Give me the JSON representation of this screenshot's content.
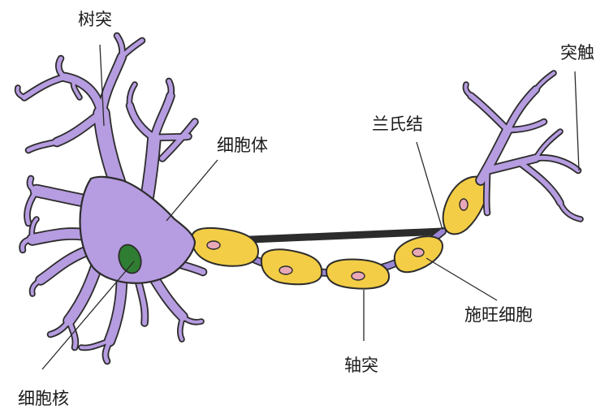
{
  "labels": {
    "dendrite": "树突",
    "cell_body": "细胞体",
    "nucleus": "细胞核",
    "axon": "轴突",
    "node_of_ranvier": "兰氏结",
    "schwann_cell": "施旺细胞",
    "synapse": "突触"
  },
  "colors": {
    "neuron": "#b69ce0",
    "myelin": "#f3cd45",
    "nucleus": "#2f7d32",
    "schwann_nucleus": "#e9a8b7",
    "node": "#9b86d6",
    "outline": "#2c2c2c"
  }
}
